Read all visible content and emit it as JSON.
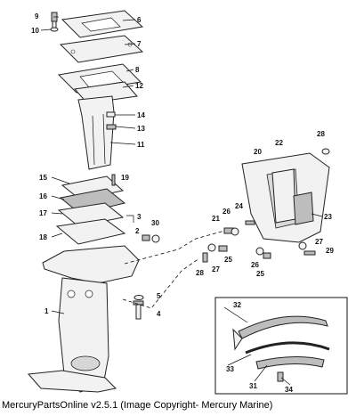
{
  "footer": {
    "caption": "MercuryPartsOnline v2.5.1 (Image Copyright- Mercury Marine)"
  },
  "callouts": {
    "c1": "1",
    "c2": "2",
    "c3": "3",
    "c4": "4",
    "c5": "5",
    "c6": "6",
    "c7": "7",
    "c8": "8",
    "c9": "9",
    "c10": "10",
    "c11": "11",
    "c12": "12",
    "c13": "13",
    "c14": "14",
    "c15": "15",
    "c16": "16",
    "c17": "17",
    "c18": "18",
    "c19": "19",
    "c20": "20",
    "c21": "21",
    "c22": "22",
    "c23": "23",
    "c24": "24",
    "c25a": "25",
    "c25b": "25",
    "c26a": "26",
    "c26b": "26",
    "c27a": "27",
    "c27b": "27",
    "c28a": "28",
    "c28b": "28",
    "c29": "29",
    "c30": "30",
    "c31": "31",
    "c32": "32",
    "c33": "33",
    "c34": "34"
  }
}
